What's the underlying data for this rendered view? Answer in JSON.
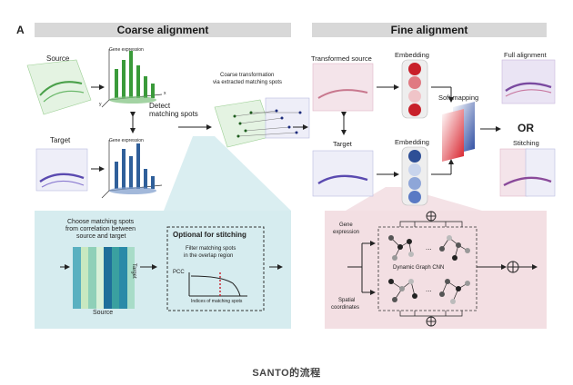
{
  "panel_letter": "A",
  "coarse": {
    "title": "Coarse alignment",
    "source_label": "Source",
    "target_label": "Target",
    "gene_expression_label": "Gene expression",
    "gene_expression_label2": "Gene expression",
    "detect_line1": "Detect",
    "detect_line2": "matching spots",
    "coarse_line1": "Coarse transformation",
    "coarse_line2": "via extracted matching spots",
    "choose_line1": "Choose matching spots",
    "choose_line2": "from correlation between",
    "choose_line3": "source and target",
    "target_vertical": "Target",
    "source_bottom": "Source",
    "optional_title": "Optional for stitching",
    "filter_line1": "Filter matching spots",
    "filter_line2": "in the overlap region",
    "pcc_label": "PCC",
    "indices_label": "Indices of matching spots",
    "axis_x": "x",
    "axis_y": "y"
  },
  "fine": {
    "title": "Fine alignment",
    "transformed_source": "Transformed source",
    "target_label": "Target",
    "embedding_top": "Embedding",
    "embedding_bottom": "Embedding",
    "soft_mapping": "Soft mapping",
    "full_alignment": "Full alignment",
    "or_label": "OR",
    "stitching": "Stitching",
    "gene_line1": "Gene",
    "gene_line2": "expression",
    "spatial_line1": "Spatial",
    "spatial_line2": "coordinates",
    "dgcnn": "Dynamic Graph CNN",
    "ellipsis": "..."
  },
  "colors": {
    "green": "#3a9a3a",
    "blue": "#2f5f9a",
    "red_embedding": "#c8202a",
    "blue_embedding": "#2e4f96",
    "panel_left_bg": "#d6ecef",
    "panel_right_bg": "#f3dfe3"
  },
  "caption": "SANTO的流程"
}
